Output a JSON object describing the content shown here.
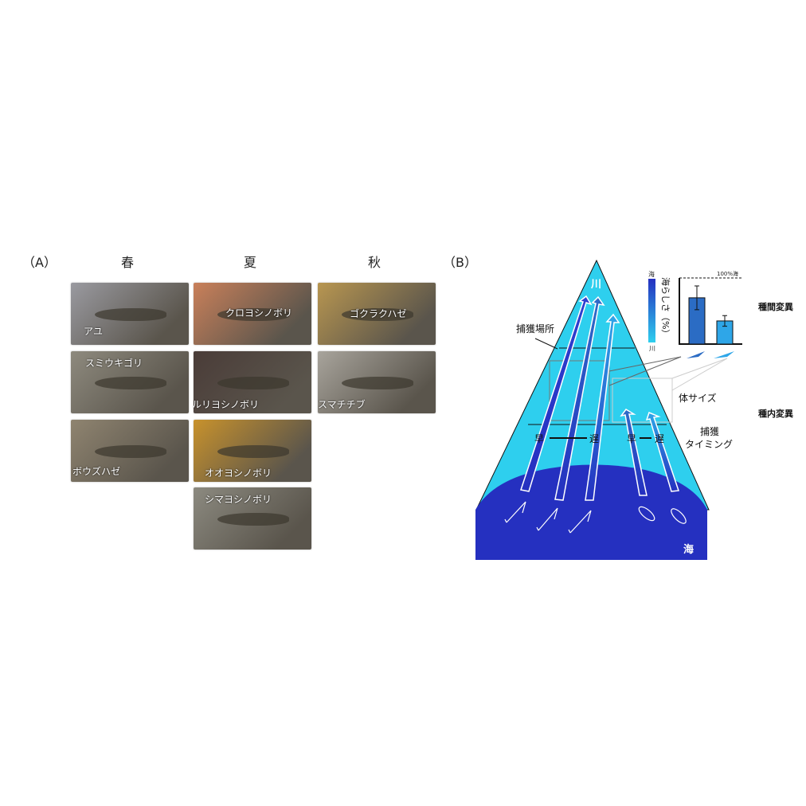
{
  "panel_a": {
    "label": "（A）",
    "seasons": [
      "春",
      "夏",
      "秋"
    ],
    "fish": [
      {
        "name": "アユ",
        "season": "春",
        "color": "#9a9aa0"
      },
      {
        "name": "スミウキゴリ",
        "season": "春",
        "color": "#8e8a7e"
      },
      {
        "name": "ボウズハゼ",
        "season": "春",
        "color": "#8f8470"
      },
      {
        "name": "クロヨシノボリ",
        "season": "夏",
        "color": "#c9805a"
      },
      {
        "name": "ルリヨシノボリ",
        "season": "夏",
        "color": "#4a3c38"
      },
      {
        "name": "オオヨシノボリ",
        "season": "夏",
        "color": "#c8922c"
      },
      {
        "name": "シマヨシノボリ",
        "season": "夏",
        "color": "#8c8a80"
      },
      {
        "name": "ゴクラクハゼ",
        "season": "秋",
        "color": "#b89650"
      },
      {
        "name": "スマチチブ",
        "season": "秋",
        "color": "#a8a49c"
      }
    ]
  },
  "panel_b": {
    "label": "（B）",
    "river": "川",
    "sea": "海",
    "capture_site": "捕獲場所",
    "body_size": "体サイズ",
    "capture_timing_1": "捕獲",
    "capture_timing_2": "タイミング",
    "early": "早",
    "late": "遅",
    "interspecific": "種間変異",
    "intraspecific": "種内変異",
    "inset": {
      "scale_top": "海",
      "scale_bottom": "川",
      "ylabel": "海らしさ（%）",
      "reference_line": "100%海",
      "bars": [
        {
          "value": 70,
          "error": 18,
          "color": "#2b6cc4"
        },
        {
          "value": 35,
          "error": 8,
          "color": "#2ea6e8"
        }
      ]
    },
    "colors": {
      "river": "#2ecfee",
      "sea": "#2530c0",
      "triangle_outline": "#1fb8e0"
    }
  }
}
